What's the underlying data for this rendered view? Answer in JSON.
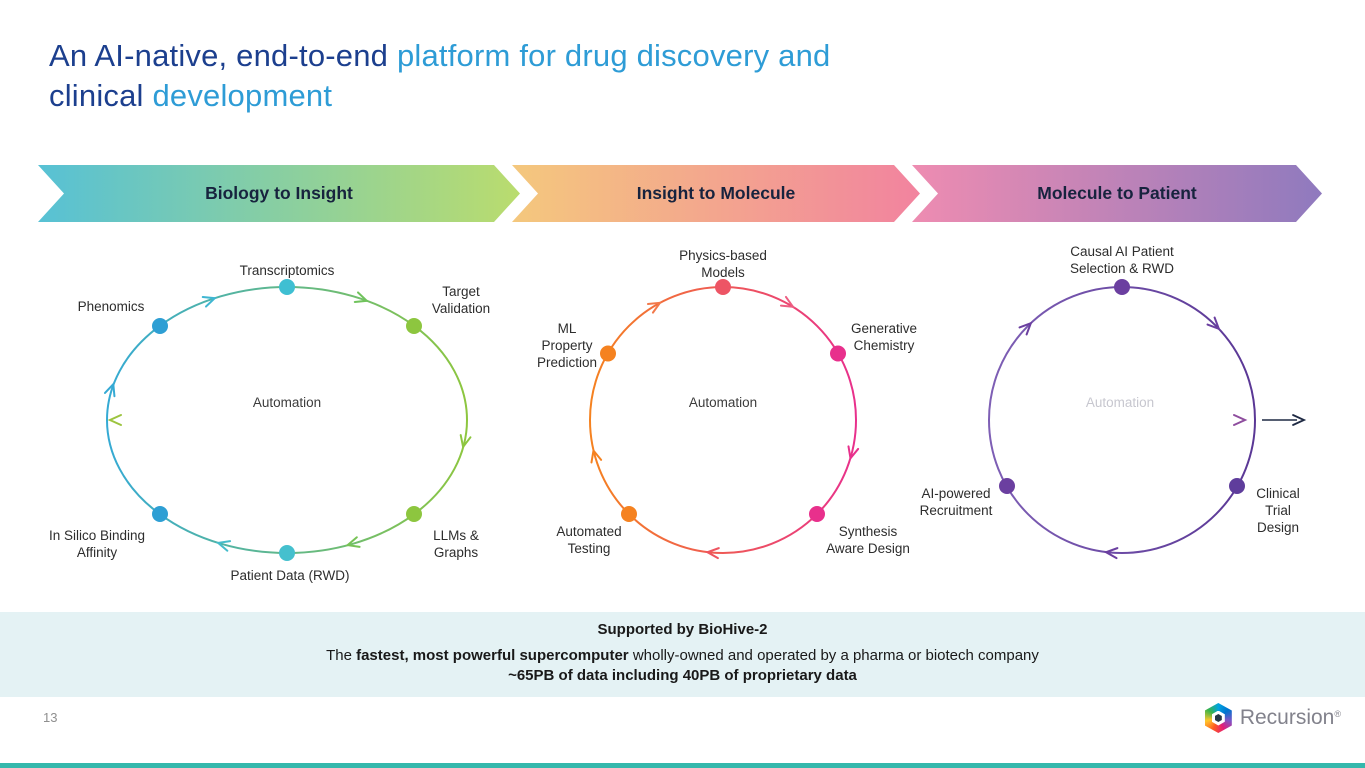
{
  "title": {
    "segments": [
      {
        "text": "An AI-native, end-to-end ",
        "tone": "dark"
      },
      {
        "text": "platform for drug discovery and",
        "tone": "light"
      },
      {
        "text": "clinical ",
        "tone": "dark"
      },
      {
        "text": "development",
        "tone": "light"
      }
    ]
  },
  "banners": [
    {
      "label": "Biology to Insight",
      "gradient_from": "#57C1D5",
      "gradient_to": "#BADC6E"
    },
    {
      "label": "Insight to Molecule",
      "gradient_from": "#F4C87D",
      "gradient_to": "#F2839F"
    },
    {
      "label": "Molecule to Patient",
      "gradient_from": "#EE8CB1",
      "gradient_to": "#8F7ABE"
    }
  ],
  "circles": [
    {
      "name": "Biology to Insight cycle",
      "automation_label": "Automation",
      "nodes": [
        {
          "label": "Phenomics",
          "color": "#2E9FD4"
        },
        {
          "label": "Transcriptomics",
          "color": "#3FBFD2"
        },
        {
          "label": "Target\nValidation",
          "color": "#8DC63F"
        },
        {
          "label": "LLMs &\nGraphs",
          "color": "#8DC63F"
        },
        {
          "label": "Patient Data (RWD)",
          "color": "#45C0CE"
        },
        {
          "label": "In Silico Binding\nAffinity",
          "color": "#2E9FD4"
        }
      ]
    },
    {
      "name": "Insight to Molecule cycle",
      "automation_label": "Automation",
      "nodes": [
        {
          "label": "ML\nProperty\nPrediction",
          "color": "#F58220"
        },
        {
          "label": "Physics-based\nModels",
          "color": "#ED5565"
        },
        {
          "label": "Generative\nChemistry",
          "color": "#E8308C"
        },
        {
          "label": "Synthesis\nAware Design",
          "color": "#E8308C"
        },
        {
          "label": "Automated\nTesting",
          "color": "#F58220"
        }
      ]
    },
    {
      "name": "Molecule to Patient cycle",
      "automation_label": "Automation",
      "nodes": [
        {
          "label": "Causal AI Patient\nSelection & RWD",
          "color": "#6B3FA0"
        },
        {
          "label": "Clinical\nTrial\nDesign",
          "color": "#5F3D9C"
        },
        {
          "label": "AI-powered\nRecruitment",
          "color": "#6B3FA0"
        }
      ]
    }
  ],
  "footer": {
    "heading": "Supported by BioHive-2",
    "line2": {
      "prefix": "The ",
      "bold": "fastest, most powerful supercomputer",
      "suffix": " wholly-owned and operated by a pharma or biotech company"
    },
    "line3": "~65PB of data including 40PB of proprietary data"
  },
  "page_number": "13",
  "logo": {
    "text": "Recursion",
    "registered": "®"
  },
  "palette": {
    "title_dark": "#1C3F8E",
    "title_light": "#2E9CD6",
    "banner_text": "#17233E",
    "cycle1_gradient": [
      "#35AAD4",
      "#8DC63F"
    ],
    "cycle2_gradient": [
      "#F58220",
      "#E8308C"
    ],
    "cycle3_gradient": [
      "#7E5FB5",
      "#5A3795"
    ],
    "automation_dim_text": "#C7C7CF",
    "footer_bg": "#E4F2F4",
    "bottom_bar": "#35B8AC",
    "dark_arrow": "#1F2A44"
  }
}
